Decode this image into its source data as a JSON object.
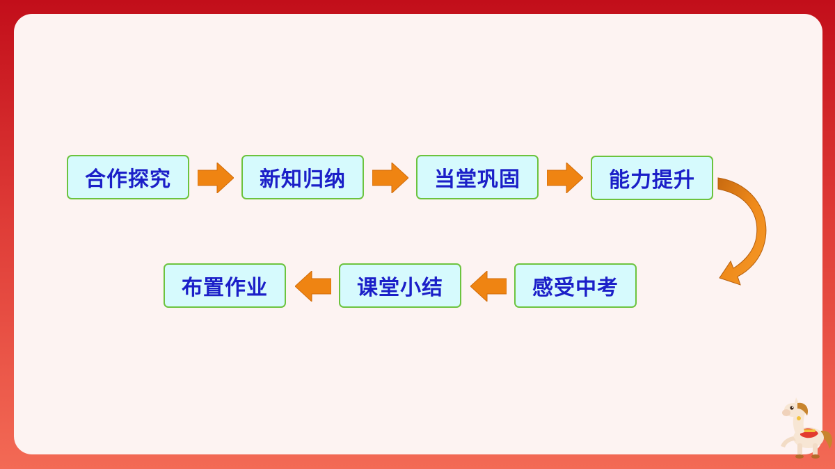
{
  "flow": {
    "row1": [
      "合作探究",
      "新知归纳",
      "当堂巩固",
      "能力提升"
    ],
    "row2": [
      "感受中考",
      "课堂小结",
      "布置作业"
    ]
  },
  "colors": {
    "box_fill": "#d6fafd",
    "box_border": "#6cc33e",
    "box_text": "#1b1fc8",
    "arrow": "#ef8412",
    "background_top": "#c20e1a",
    "background_bottom": "#f36a55",
    "panel": "#fdf3f2"
  },
  "icons": {
    "mascot": "rocking-horse-mascot-icon"
  }
}
